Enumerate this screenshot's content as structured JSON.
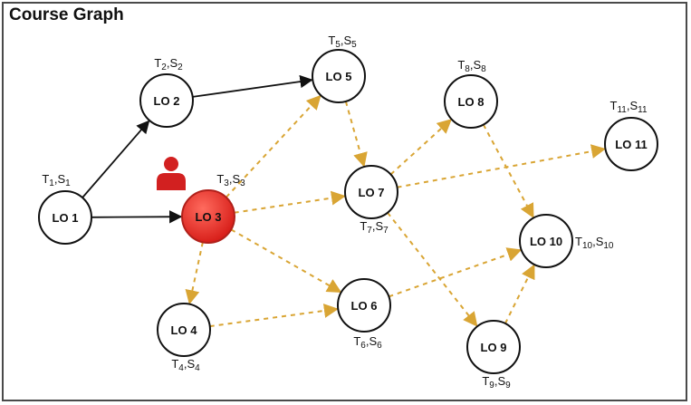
{
  "title": "Course Graph",
  "colors": {
    "solid_edge": "#111111",
    "dashed_edge": "#d9a534",
    "node_fill": "#ffffff",
    "node_stroke": "#111111",
    "highlight_fill": "#e8342e",
    "user_icon": "#d22020"
  },
  "icons": {
    "user": "person-icon"
  },
  "nodes": [
    {
      "id": "lo1",
      "label": "LO 1",
      "t": "T",
      "t_sub": "1",
      "s": "S",
      "s_sub": "1"
    },
    {
      "id": "lo2",
      "label": "LO 2",
      "t": "T",
      "t_sub": "2",
      "s": "S",
      "s_sub": "2"
    },
    {
      "id": "lo3",
      "label": "LO 3",
      "t": "T",
      "t_sub": "3",
      "s": "S",
      "s_sub": "3",
      "highlight": true
    },
    {
      "id": "lo4",
      "label": "LO 4",
      "t": "T",
      "t_sub": "4",
      "s": "S",
      "s_sub": "4"
    },
    {
      "id": "lo5",
      "label": "LO 5",
      "t": "T",
      "t_sub": "5",
      "s": "S",
      "s_sub": "5"
    },
    {
      "id": "lo6",
      "label": "LO 6",
      "t": "T",
      "t_sub": "6",
      "s": "S",
      "s_sub": "6"
    },
    {
      "id": "lo7",
      "label": "LO 7",
      "t": "T",
      "t_sub": "7",
      "s": "S",
      "s_sub": "7"
    },
    {
      "id": "lo8",
      "label": "LO 8",
      "t": "T",
      "t_sub": "8",
      "s": "S",
      "s_sub": "8"
    },
    {
      "id": "lo9",
      "label": "LO 9",
      "t": "T",
      "t_sub": "9",
      "s": "S",
      "s_sub": "9"
    },
    {
      "id": "lo10",
      "label": "LO 10",
      "t": "T",
      "t_sub": "10",
      "s": "S",
      "s_sub": "10"
    },
    {
      "id": "lo11",
      "label": "LO 11",
      "t": "T",
      "t_sub": "11",
      "s": "S",
      "s_sub": "11"
    }
  ],
  "edges": [
    {
      "from": "lo1",
      "to": "lo2",
      "style": "solid"
    },
    {
      "from": "lo1",
      "to": "lo3",
      "style": "solid"
    },
    {
      "from": "lo2",
      "to": "lo5",
      "style": "solid"
    },
    {
      "from": "lo3",
      "to": "lo5",
      "style": "dashed"
    },
    {
      "from": "lo3",
      "to": "lo7",
      "style": "dashed"
    },
    {
      "from": "lo3",
      "to": "lo6",
      "style": "dashed"
    },
    {
      "from": "lo3",
      "to": "lo4",
      "style": "dashed"
    },
    {
      "from": "lo4",
      "to": "lo6",
      "style": "dashed"
    },
    {
      "from": "lo5",
      "to": "lo7",
      "style": "dashed"
    },
    {
      "from": "lo7",
      "to": "lo8",
      "style": "dashed"
    },
    {
      "from": "lo7",
      "to": "lo11",
      "style": "dashed"
    },
    {
      "from": "lo7",
      "to": "lo9",
      "style": "dashed"
    },
    {
      "from": "lo6",
      "to": "lo10",
      "style": "dashed"
    },
    {
      "from": "lo8",
      "to": "lo10",
      "style": "dashed"
    },
    {
      "from": "lo9",
      "to": "lo10",
      "style": "dashed"
    }
  ]
}
